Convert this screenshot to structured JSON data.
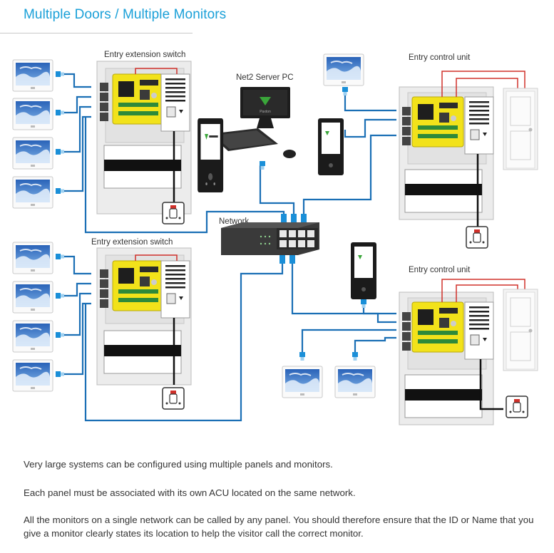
{
  "title": "Multiple Doors / Multiple Monitors",
  "labels": {
    "ext_switch_top": "Entry extension switch",
    "ext_switch_bottom": "Entry extension switch",
    "server": "Net2 Server PC",
    "acu_top": "Entry control unit",
    "acu_bottom": "Entry control unit",
    "network": "Network",
    "pc_logo": "Paxton"
  },
  "paragraphs": {
    "p1": "Very large systems can be configured using multiple panels and monitors.",
    "p2": "Each panel must be associated with its own ACU located on the same network.",
    "p3": "All the monitors on a single network can be called by any panel. You should therefore ensure that the ID or Name that you give a monitor clearly states its location to help the visitor call the correct monitor."
  },
  "colors": {
    "title": "#1aa0d8",
    "cable": "#1a6fb5",
    "board": "#f2e21a",
    "wire_red": "#d0302a",
    "paxton_green": "#3aa63a"
  }
}
